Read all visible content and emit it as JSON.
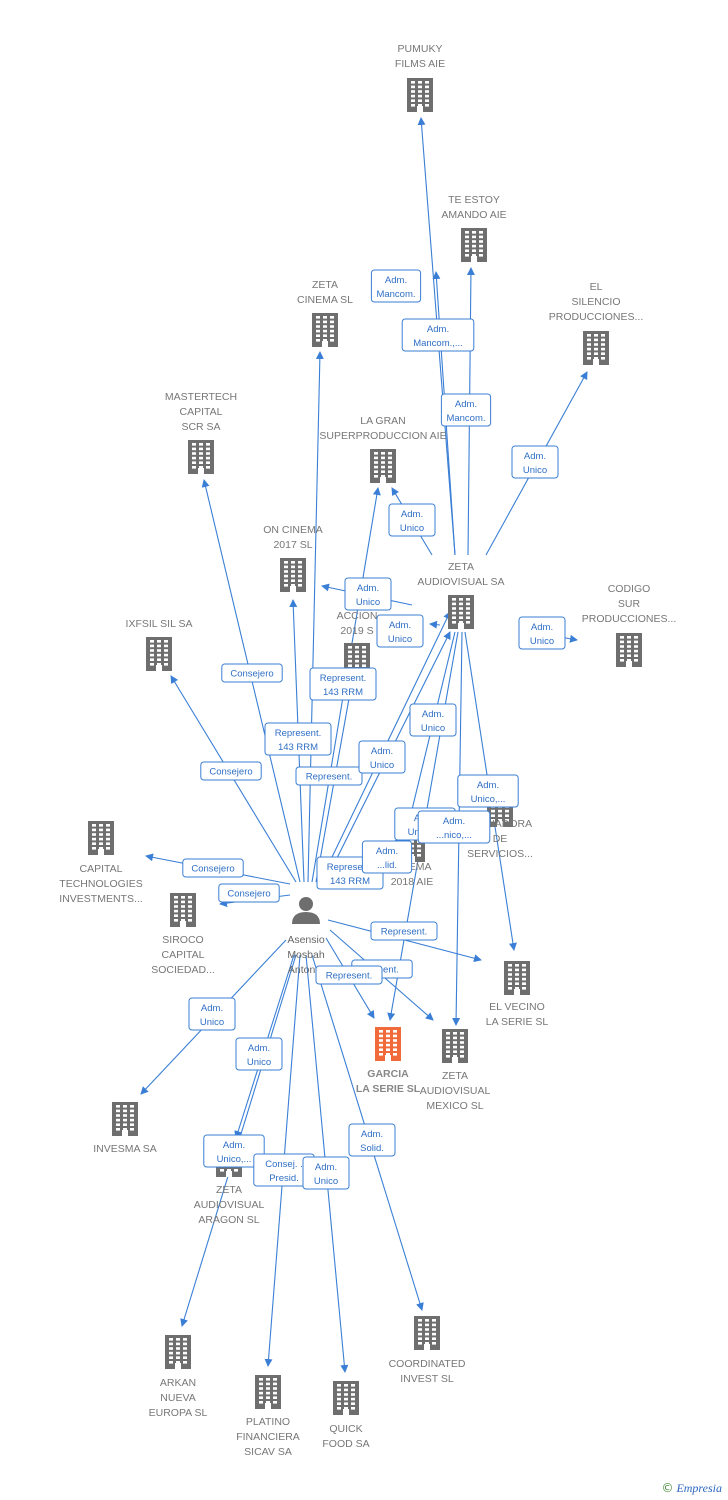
{
  "colors": {
    "edge": "#3a7fd5",
    "building": "#6e6e6e",
    "highlight": "#f06a3a",
    "person": "#6e6e6e"
  },
  "person": {
    "lines": [
      "Asensio",
      "Mosbah",
      "Anton..."
    ]
  },
  "nodes": [
    {
      "id": "pumuky",
      "lines": [
        "PUMUKY",
        "FILMS AIE"
      ]
    },
    {
      "id": "teestoy",
      "lines": [
        "TE ESTOY",
        "AMANDO AIE"
      ]
    },
    {
      "id": "zetacinema",
      "lines": [
        "ZETA",
        "CINEMA SL"
      ]
    },
    {
      "id": "elsilencio",
      "lines": [
        "EL",
        "SILENCIO",
        "PRODUCCIONES..."
      ]
    },
    {
      "id": "mastertech",
      "lines": [
        "MASTERTECH",
        "CAPITAL",
        "SCR SA"
      ]
    },
    {
      "id": "lagran",
      "lines": [
        "LA GRAN",
        "SUPERPRODUCCION AIE"
      ]
    },
    {
      "id": "oncinema2017",
      "lines": [
        "ON CINEMA",
        "2017  SL"
      ]
    },
    {
      "id": "zetaaudiovisual",
      "lines": [
        "ZETA",
        "AUDIOVISUAL SA"
      ]
    },
    {
      "id": "codigosur",
      "lines": [
        "CODIGO",
        "SUR",
        "PRODUCCIONES..."
      ]
    },
    {
      "id": "ixfsil",
      "lines": [
        "IXFSIL SIL SA"
      ]
    },
    {
      "id": "accion2019",
      "lines": [
        "Z",
        "ACCION",
        "2019  S"
      ]
    },
    {
      "id": "coordinadora",
      "lines": [
        "...DINADORA",
        "DE",
        "SERVICIOS..."
      ]
    },
    {
      "id": "cinema2018",
      "lines": [
        "...NEMA",
        "2018  AIE"
      ]
    },
    {
      "id": "capitaltech",
      "lines": [
        "CAPITAL",
        "TECHNOLOGIES",
        "INVESTMENTS..."
      ]
    },
    {
      "id": "siroco",
      "lines": [
        "SIROCO",
        "CAPITAL",
        "SOCIEDAD..."
      ]
    },
    {
      "id": "elvecino",
      "lines": [
        "EL VECINO",
        "LA SERIE  SL"
      ]
    },
    {
      "id": "garcia",
      "lines": [
        "GARCIA",
        "LA SERIE  SL"
      ]
    },
    {
      "id": "zetamexico",
      "lines": [
        "ZETA",
        "AUDIOVISUAL",
        "MEXICO  SL"
      ]
    },
    {
      "id": "invesma",
      "lines": [
        "INVESMA SA"
      ]
    },
    {
      "id": "zetaaragon",
      "lines": [
        "ZETA",
        "AUDIOVISUAL",
        "ARAGON SL"
      ]
    },
    {
      "id": "coordinated",
      "lines": [
        "COORDINATED",
        "INVEST  SL"
      ]
    },
    {
      "id": "arkan",
      "lines": [
        "ARKAN",
        "NUEVA",
        "EUROPA  SL"
      ]
    },
    {
      "id": "platino",
      "lines": [
        "PLATINO",
        "FINANCIERA",
        "SICAV SA"
      ]
    },
    {
      "id": "quickfood",
      "lines": [
        "QUICK",
        "FOOD SA"
      ]
    }
  ],
  "edge_labels": [
    {
      "id": "l1",
      "lines": [
        "Adm.",
        "Mancom."
      ]
    },
    {
      "id": "l2",
      "lines": [
        "Adm.",
        "Mancom.,..."
      ]
    },
    {
      "id": "l3",
      "lines": [
        "Adm.",
        "Mancom."
      ]
    },
    {
      "id": "l4",
      "lines": [
        "Adm.",
        "Unico"
      ]
    },
    {
      "id": "l5",
      "lines": [
        "Adm.",
        "Unico"
      ]
    },
    {
      "id": "l6",
      "lines": [
        "Adm.",
        "Unico"
      ]
    },
    {
      "id": "l7",
      "lines": [
        "Adm.",
        "Unico"
      ]
    },
    {
      "id": "l8",
      "lines": [
        "Adm.",
        "Unico,..."
      ]
    },
    {
      "id": "l9",
      "lines": [
        "Adm.",
        "Unico"
      ]
    },
    {
      "id": "l10",
      "lines": [
        "Consejero"
      ]
    },
    {
      "id": "l11",
      "lines": [
        "Represent.",
        "143 RRM"
      ]
    },
    {
      "id": "l12",
      "lines": [
        "Represent.",
        "143 RRM"
      ]
    },
    {
      "id": "l13",
      "lines": [
        "Consejero"
      ]
    },
    {
      "id": "l14",
      "lines": [
        "Represent."
      ]
    },
    {
      "id": "l15",
      "lines": [
        "Adm.",
        "Unico"
      ]
    },
    {
      "id": "l16",
      "lines": [
        "Adm.",
        "Unico"
      ]
    },
    {
      "id": "l17",
      "lines": [
        "Adm.",
        "Unico,..."
      ]
    },
    {
      "id": "l18",
      "lines": [
        "Adm.",
        "Unico,..."
      ]
    },
    {
      "id": "l19",
      "lines": [
        "Adm.",
        "...nico,..."
      ]
    },
    {
      "id": "l20",
      "lines": [
        "Adm.",
        "...lid."
      ]
    },
    {
      "id": "l21",
      "lines": [
        "Represent.",
        "143 RRM"
      ]
    },
    {
      "id": "l22",
      "lines": [
        "Consejero"
      ]
    },
    {
      "id": "l23",
      "lines": [
        "Consejero"
      ]
    },
    {
      "id": "l24",
      "lines": [
        "Represent."
      ]
    },
    {
      "id": "l25",
      "lines": [
        "...esent."
      ]
    },
    {
      "id": "l26",
      "lines": [
        "Represent."
      ]
    },
    {
      "id": "l27",
      "lines": [
        "Adm.",
        "Unico"
      ]
    },
    {
      "id": "l28",
      "lines": [
        "Adm.",
        "Unico"
      ]
    },
    {
      "id": "l29",
      "lines": [
        "Adm.",
        "Unico,..."
      ]
    },
    {
      "id": "l30",
      "lines": [
        "Consej. .",
        "Presid."
      ]
    },
    {
      "id": "l31",
      "lines": [
        "Adm.",
        "Unico"
      ]
    },
    {
      "id": "l32",
      "lines": [
        "Adm.",
        "Solid."
      ]
    }
  ],
  "footer": {
    "copyright": "©",
    "brand": "Empresia"
  }
}
